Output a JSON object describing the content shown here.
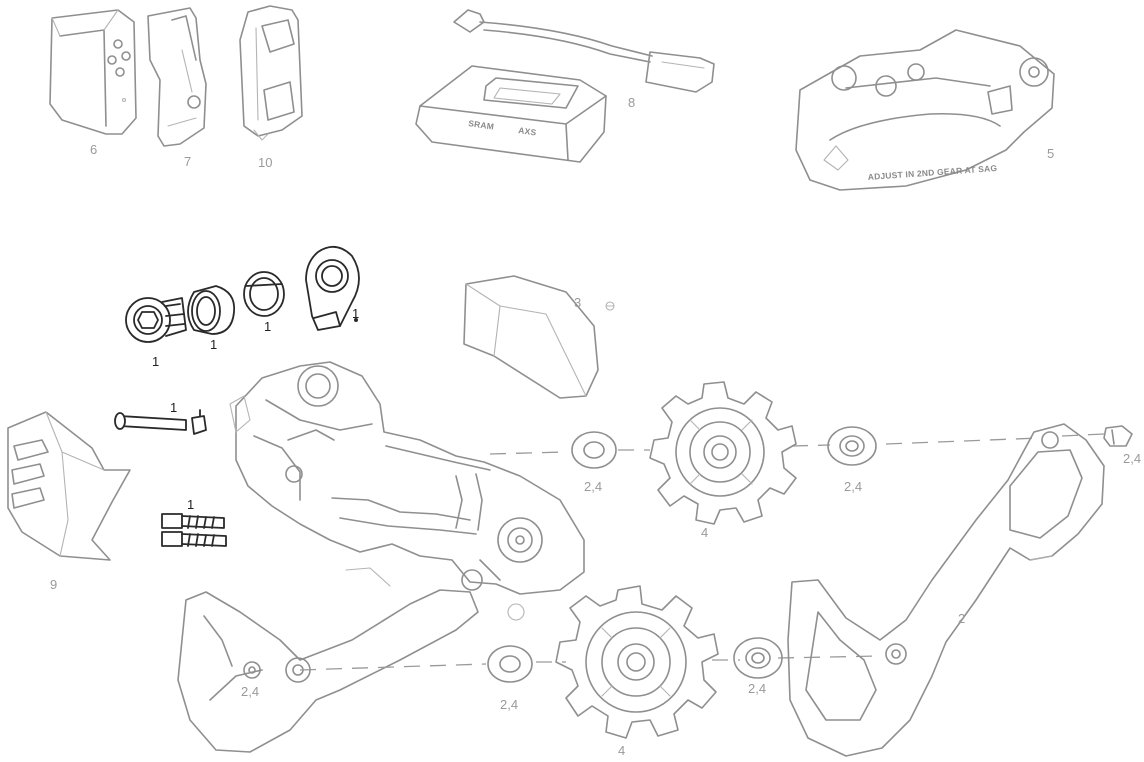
{
  "parts": {
    "battery_a": "6",
    "battery_b": "7",
    "battery_c": "10",
    "charger": "8",
    "chain_gap_tool": "5",
    "cover": "3",
    "cage_outer": "2",
    "cover_guard": "9",
    "pulley_upper": "4",
    "pulley_lower": "4",
    "washer_upper_left": "2,4",
    "washer_upper_right": "2,4",
    "bolt_far_right": "2,4",
    "washer_lower_left": "2,4",
    "washer_lower_right": "2,4",
    "cage_inner_bolt": "2,4",
    "bolt_b": "1",
    "bushing": "1",
    "ring": "1",
    "hanger": "1",
    "axle_pin": "1",
    "screws": "1"
  },
  "imprints": {
    "gauge_text": "ADJUST IN 2ND GEAR AT SAG"
  }
}
